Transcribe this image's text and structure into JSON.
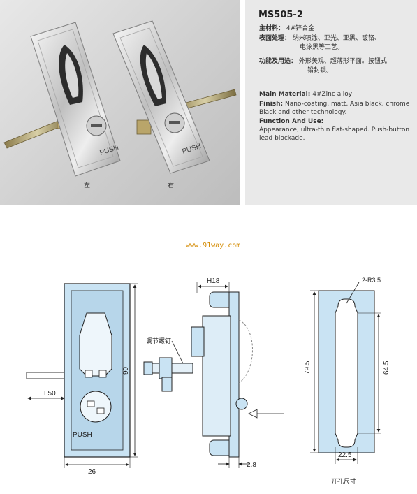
{
  "header": {
    "model": "MS505-2"
  },
  "chinese": {
    "material_label": "主材料：",
    "material_value": "4#锌合金",
    "finish_label": "表面处理：",
    "finish_value_1": "纳米喷涂、亚光、亚黑、镀铬、",
    "finish_value_2": "电泳黑等工艺。",
    "function_label": "功能及用途：",
    "function_value_1": "外形美观、超薄形平面。按钮式",
    "function_value_2": "铅封锁。"
  },
  "english": {
    "material_label": "Main Material:",
    "material_value": "4#Zinc alloy",
    "finish_label": "Finish:",
    "finish_value": "Nano-coating, matt, Asia black, chrome Black and other technology.",
    "function_label": "Function And Use:",
    "function_value": "Appearance, ultra-thin flat-shaped. Push-button lead blockade."
  },
  "photo": {
    "push_label": "PUSH",
    "caption_left": "左",
    "caption_right": "右"
  },
  "watermark": "www.91way.com",
  "drawing": {
    "push_label": "PUSH",
    "dim_l50": "L50",
    "dim_90": "90",
    "dim_26": "26",
    "dim_h18": "H18",
    "dim_2_8": "2.8",
    "adjust_screw": "调节螺钉",
    "dim_r35": "2-R3.5",
    "dim_79_5": "79.5",
    "dim_64_5": "64.5",
    "dim_22_5": "22.5",
    "cutout_label": "开孔尺寸"
  }
}
